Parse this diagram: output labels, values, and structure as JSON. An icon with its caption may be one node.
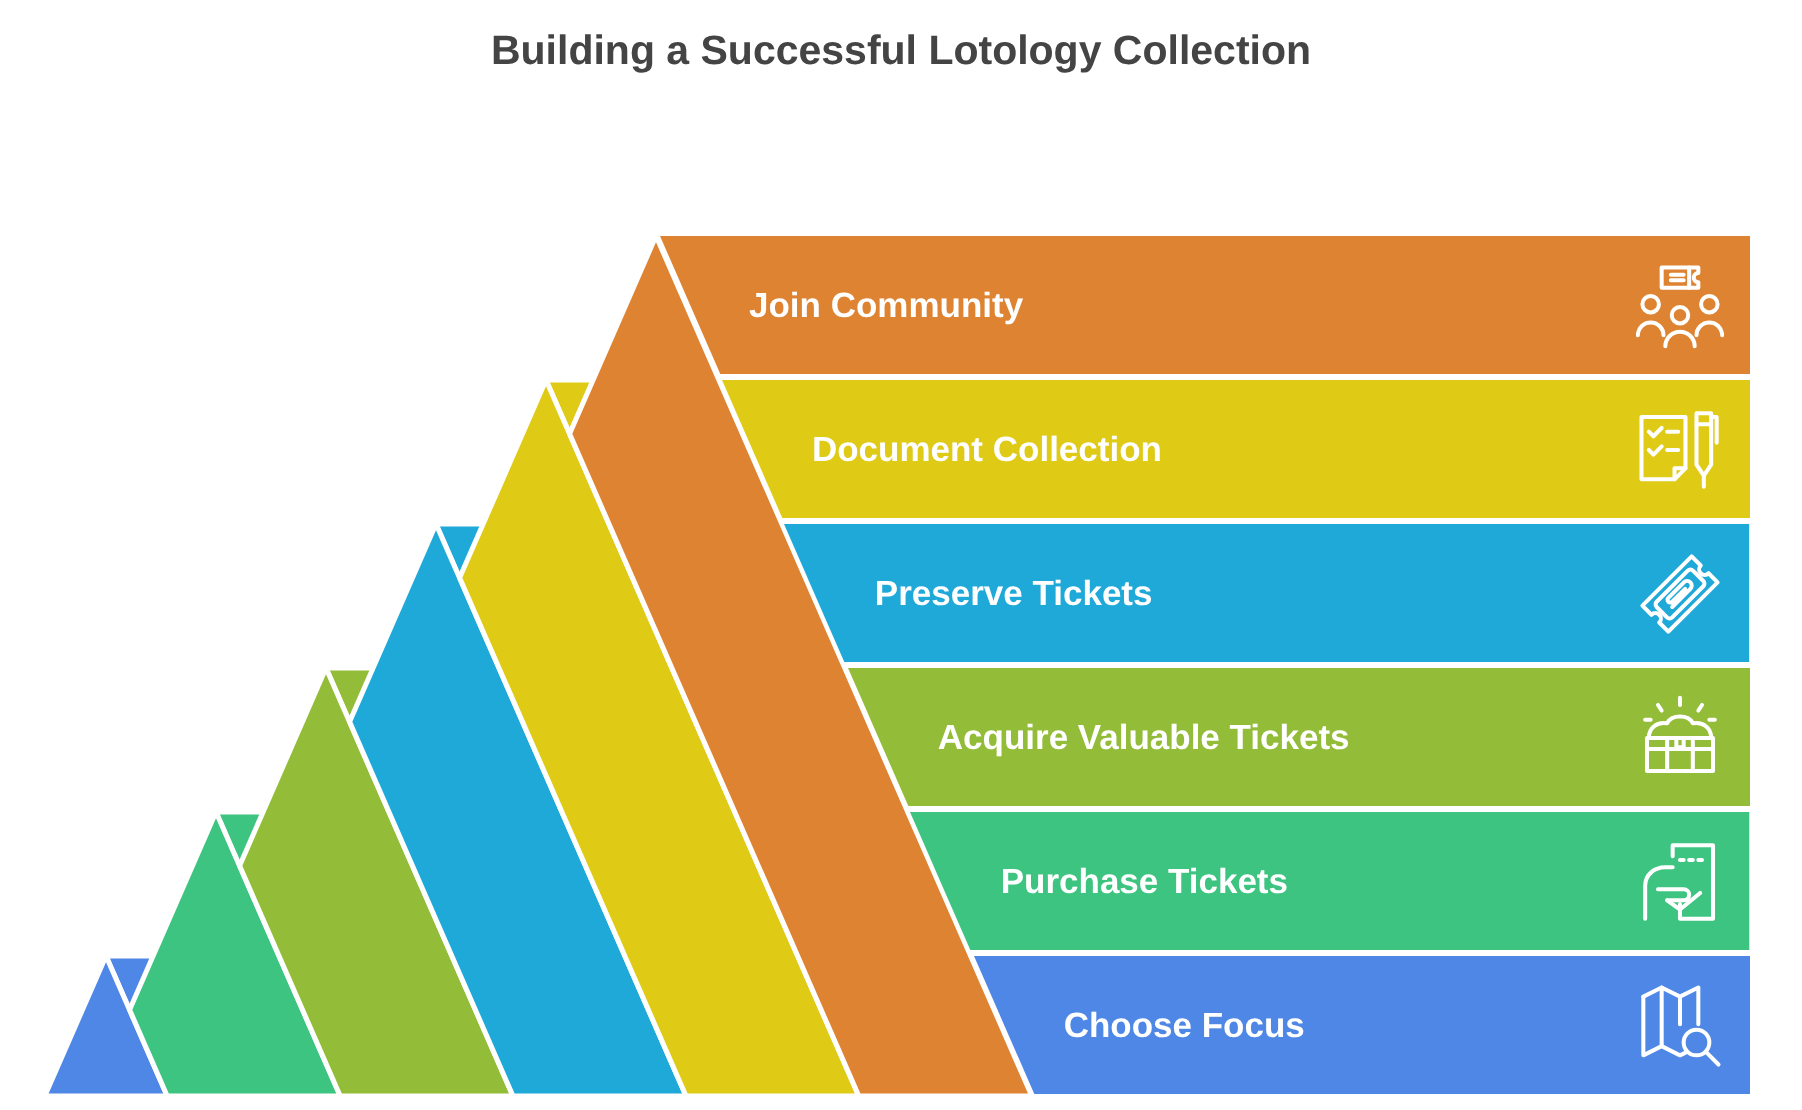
{
  "diagram": {
    "title": "Building a Successful Lotology Collection",
    "nodes": [
      {
        "text": [
          "Join Community"
        ]
      },
      {
        "text": [
          "Document Collection"
        ]
      },
      {
        "text": [
          "Preserve Tickets"
        ]
      },
      {
        "text": [
          "Acquire Valuable Tickets"
        ]
      },
      {
        "text": [
          "Purchase Tickets"
        ]
      },
      {
        "text": [
          "Choose Focus"
        ]
      }
    ]
  }
}
